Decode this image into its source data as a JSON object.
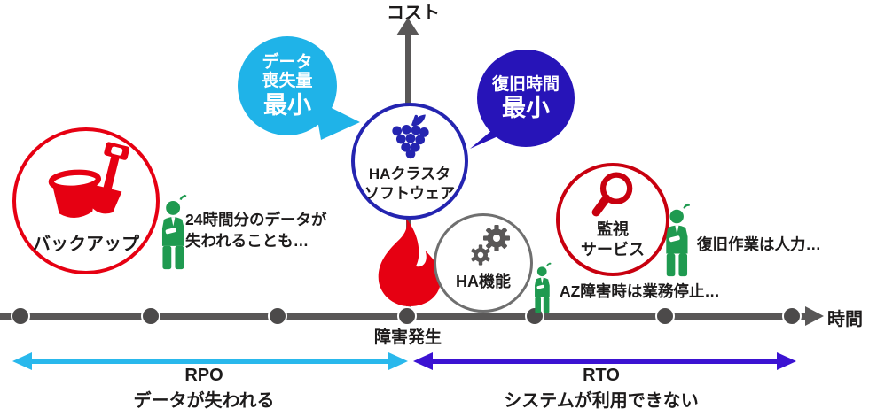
{
  "axes": {
    "cost_label": "コスト",
    "time_label": "時間"
  },
  "timeline": {
    "event_label": "障害発生"
  },
  "bubbles": {
    "data_loss": {
      "lines": [
        "データ",
        "喪失量"
      ],
      "emphasis": "最小"
    },
    "recovery": {
      "line": "復旧時間",
      "emphasis": "最小"
    }
  },
  "nodes": {
    "backup": {
      "label": "バックアップ",
      "icon": "bucket-shovel-icon"
    },
    "ha_cluster": {
      "label_line1": "HAクラスタ",
      "label_line2": "ソフトウェア",
      "icon": "grapes-icon"
    },
    "ha_function": {
      "label": "HA機能",
      "icon": "gears-icon"
    },
    "monitoring": {
      "label_line1": "監視",
      "label_line2": "サービス",
      "icon": "magnifier-icon"
    }
  },
  "notes": {
    "backup_line1": "24時間分のデータが",
    "backup_line2": "失われることも…",
    "ha_function": "AZ障害時は業務停止…",
    "monitoring": "復旧作業は人力…"
  },
  "spans": {
    "rpo": {
      "label": "RPO",
      "desc": "データが失われる"
    },
    "rto": {
      "label": "RTO",
      "desc": "システムが利用できない"
    }
  },
  "icons": {
    "failure": "flame-icon",
    "worker": "person-icon"
  },
  "colors": {
    "cyan": "#1FB3E8",
    "navy": "#2714B8",
    "indigo": "#3B12D2",
    "red": "#E60012",
    "monitor_red": "#C8000F",
    "grape_blue": "#2424B0",
    "green": "#1F9A50",
    "axis_gray": "#595757"
  }
}
